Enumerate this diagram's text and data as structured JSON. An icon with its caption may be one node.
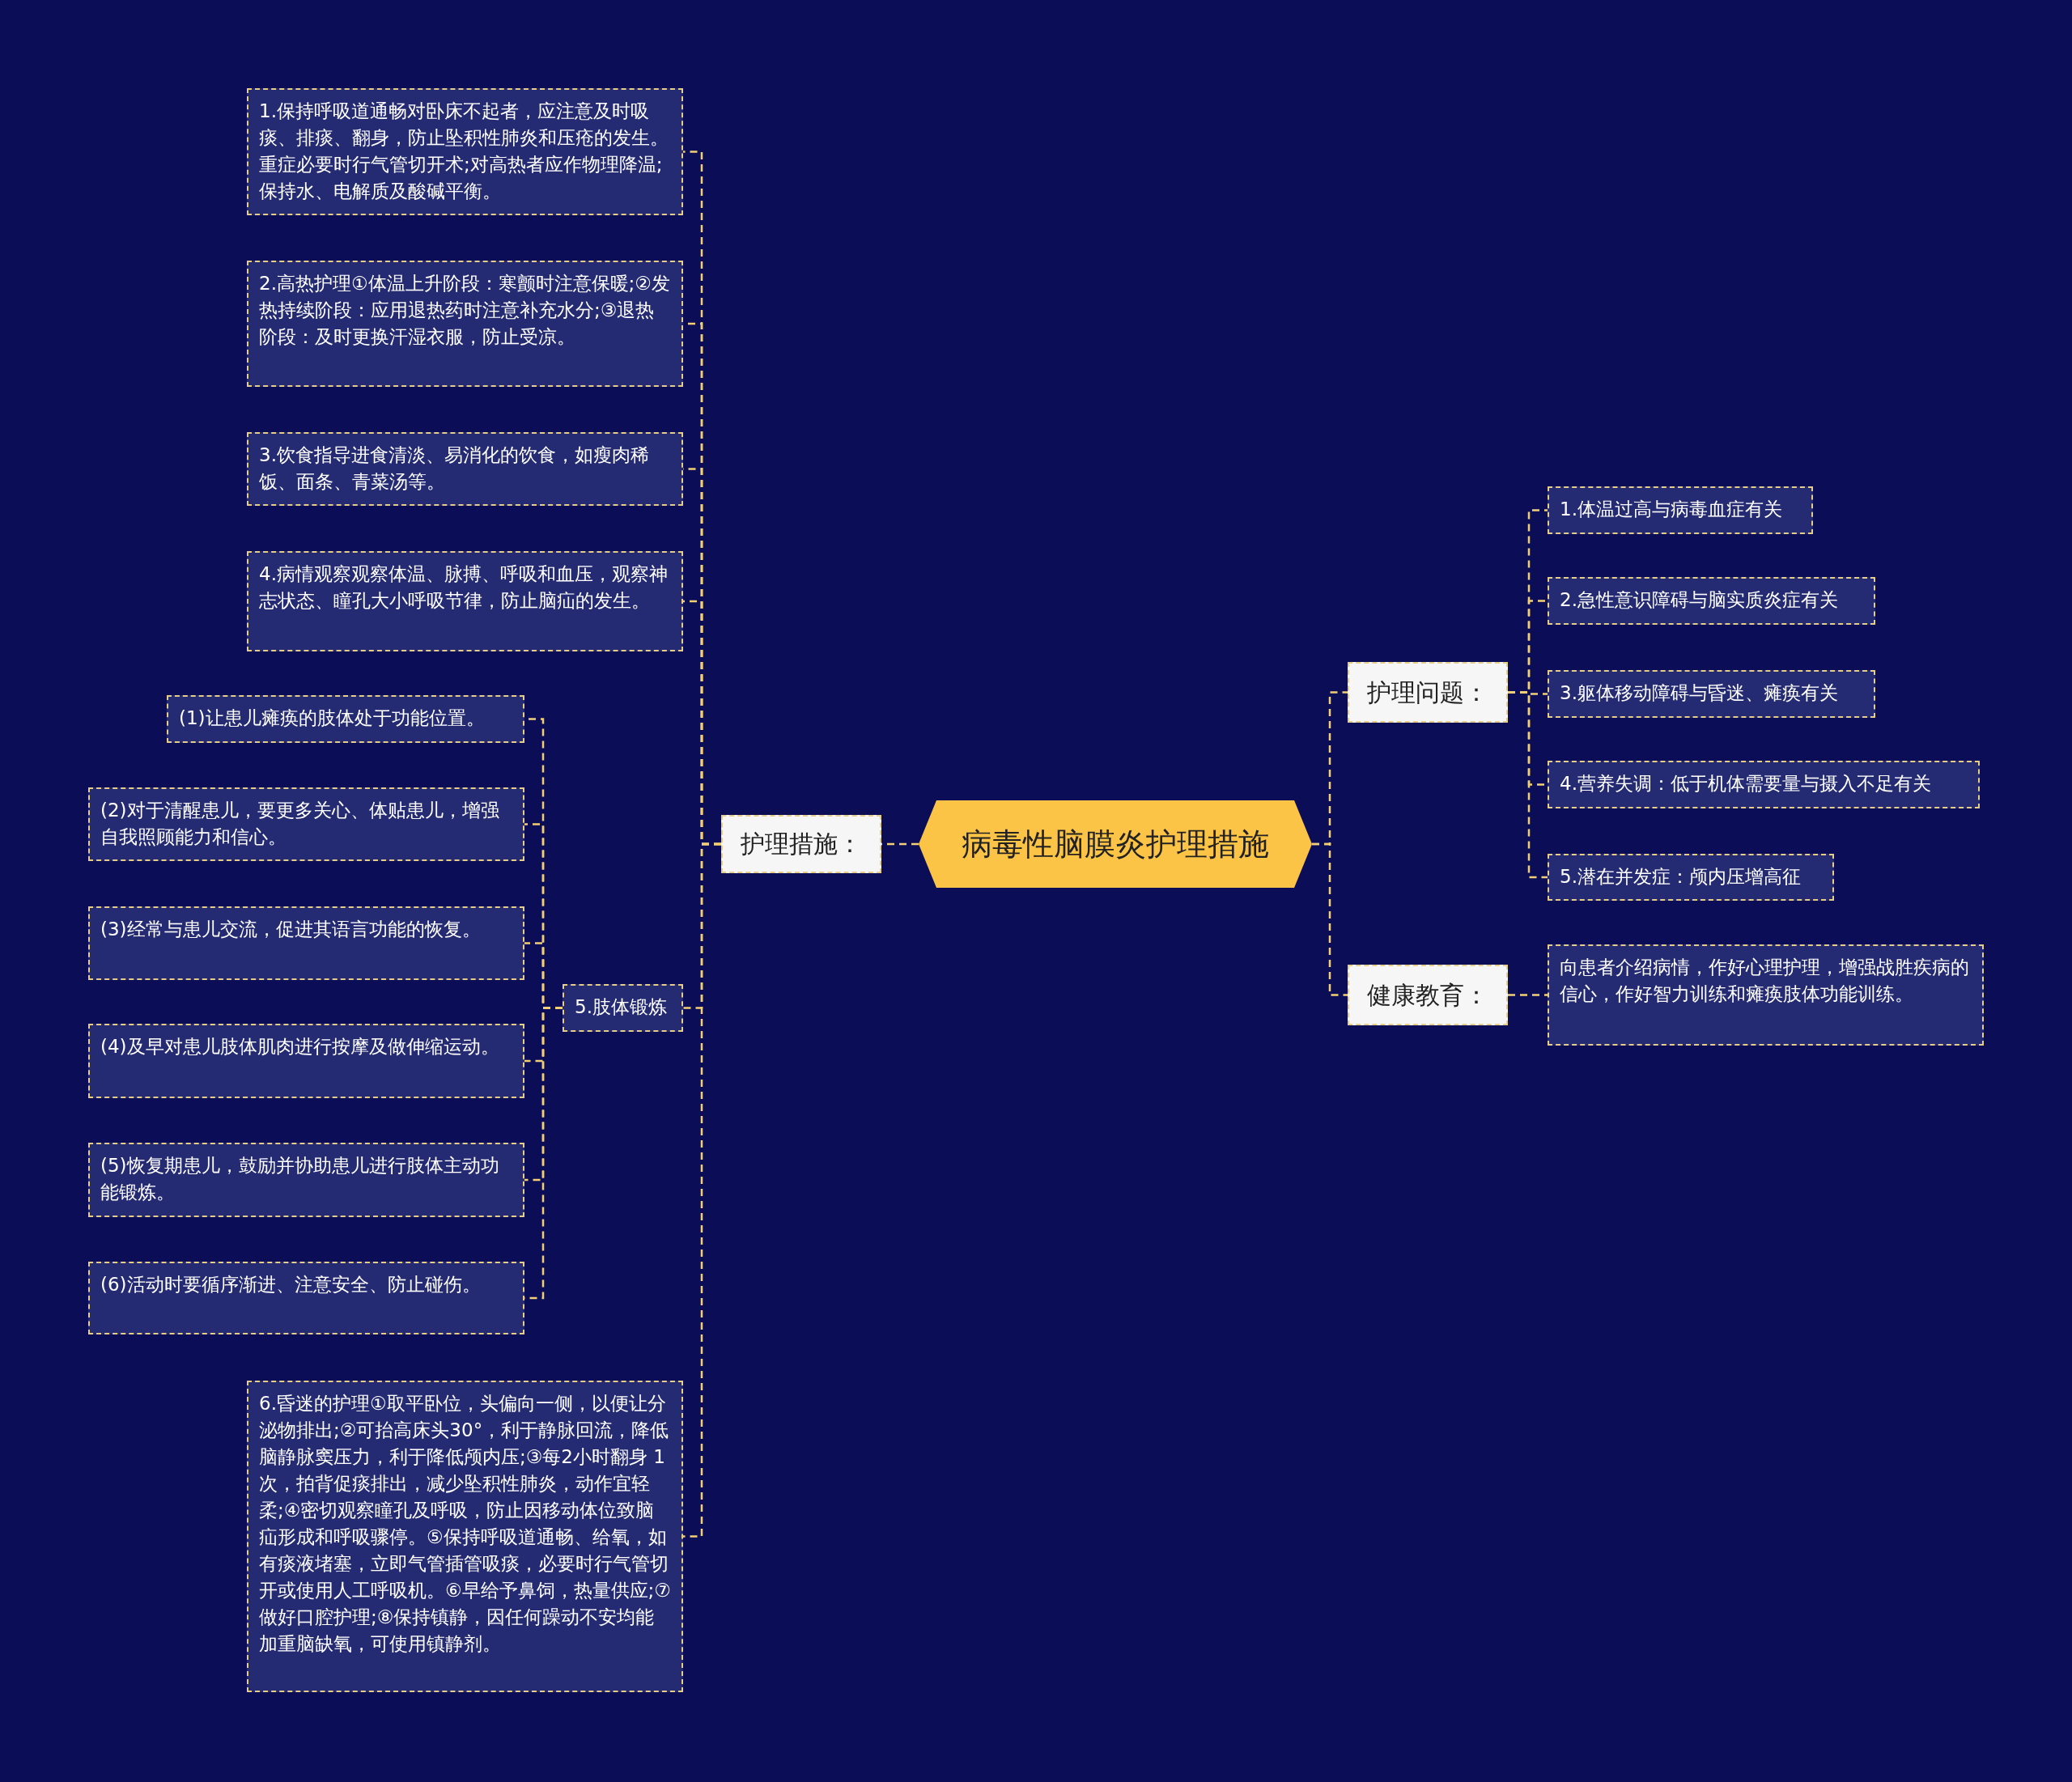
{
  "diagram": {
    "nodes": [
      {
        "text": [
          "病毒性脑膜炎护理措施"
        ]
      },
      {
        "text": [
          "护理措施："
        ]
      },
      {
        "text": [
          "1.保持呼吸道通畅对卧床不起者，应注意及时吸痰、排痰、翻身，防止坠积性肺炎和压疮的发生。重症必要时行气管切开术;对高热者应作物理降温;保持水、电解质及酸碱平衡。"
        ]
      },
      {
        "text": [
          "2.高热护理①体温上升阶段：寒颤时注意保暖;②发热持续阶段：应用退热药时注意补充水分;③退热阶段：及时更换汗湿衣服，防止受凉。"
        ]
      },
      {
        "text": [
          "3.饮食指导进食清淡、易消化的饮食，如瘦肉稀饭、面条、青菜汤等。"
        ]
      },
      {
        "text": [
          "4.病情观察观察体温、脉搏、呼吸和血压，观察神志状态、瞳孔大小呼吸节律，防止脑疝的发生。"
        ]
      },
      {
        "text": [
          "5.肢体锻炼"
        ]
      },
      {
        "text": [
          "(1)让患儿瘫痪的肢体处于功能位置。"
        ]
      },
      {
        "text": [
          "(2)对于清醒患儿，要更多关心、体贴患儿，增强自我照顾能力和信心。"
        ]
      },
      {
        "text": [
          "(3)经常与患儿交流，促进其语言功能的恢复。"
        ]
      },
      {
        "text": [
          "(4)及早对患儿肢体肌肉进行按摩及做伸缩运动。"
        ]
      },
      {
        "text": [
          "(5)恢复期患儿，鼓励并协助患儿进行肢体主动功能锻炼。"
        ]
      },
      {
        "text": [
          "(6)活动时要循序渐进、注意安全、防止碰伤。"
        ]
      },
      {
        "text": [
          "6.昏迷的护理①取平卧位，头偏向一侧，以便让分泌物排出;②可抬高床头30°，利于静脉回流，降低脑静脉窦压力，利于降低颅内压;③每2小时翻身 1次，拍背促痰排出，减少坠积性肺炎，动作宜轻柔;④密切观察瞳孔及呼吸，防止因移动体位致脑疝形成和呼吸骤停。⑤保持呼吸道通畅、给氧，如有痰液堵塞，立即气管插管吸痰，必要时行气管切开或使用人工呼吸机。⑥早给予鼻饲，热量供应;⑦做好口腔护理;⑧保持镇静，因任何躁动不安均能加重脑缺氧，可使用镇静剂。"
        ]
      },
      {
        "text": [
          "护理问题："
        ]
      },
      {
        "text": [
          "1.体温过高与病毒血症有关"
        ]
      },
      {
        "text": [
          "2.急性意识障碍与脑实质炎症有关"
        ]
      },
      {
        "text": [
          "3.躯体移动障碍与昏迷、瘫痪有关"
        ]
      },
      {
        "text": [
          "4.营养失调：低于机体需要量与摄入不足有关"
        ]
      },
      {
        "text": [
          "5.潜在并发症：颅内压增高征"
        ]
      },
      {
        "text": [
          "健康教育："
        ]
      },
      {
        "text": [
          "向患者介绍病情，作好心理护理，增强战胜疾病的信心，作好智力训练和瘫痪肢体功能训练。"
        ]
      }
    ],
    "edges": [
      {
        "from": 0,
        "to": 1,
        "arrow": "none"
      },
      {
        "from": 1,
        "to": 2,
        "arrow": "none"
      },
      {
        "from": 1,
        "to": 3,
        "arrow": "none"
      },
      {
        "from": 1,
        "to": 4,
        "arrow": "none"
      },
      {
        "from": 1,
        "to": 5,
        "arrow": "none"
      },
      {
        "from": 1,
        "to": 6,
        "arrow": "none"
      },
      {
        "from": 6,
        "to": 7,
        "arrow": "none"
      },
      {
        "from": 6,
        "to": 8,
        "arrow": "none"
      },
      {
        "from": 6,
        "to": 9,
        "arrow": "none"
      },
      {
        "from": 6,
        "to": 10,
        "arrow": "none"
      },
      {
        "from": 6,
        "to": 11,
        "arrow": "none"
      },
      {
        "from": 6,
        "to": 12,
        "arrow": "none"
      },
      {
        "from": 1,
        "to": 13,
        "arrow": "none"
      },
      {
        "from": 0,
        "to": 14,
        "arrow": "none"
      },
      {
        "from": 14,
        "to": 15,
        "arrow": "none"
      },
      {
        "from": 14,
        "to": 16,
        "arrow": "none"
      },
      {
        "from": 14,
        "to": 17,
        "arrow": "none"
      },
      {
        "from": 14,
        "to": 18,
        "arrow": "none"
      },
      {
        "from": 14,
        "to": 19,
        "arrow": "none"
      },
      {
        "from": 0,
        "to": 20,
        "arrow": "none"
      },
      {
        "from": 20,
        "to": 21,
        "arrow": "none"
      }
    ]
  }
}
